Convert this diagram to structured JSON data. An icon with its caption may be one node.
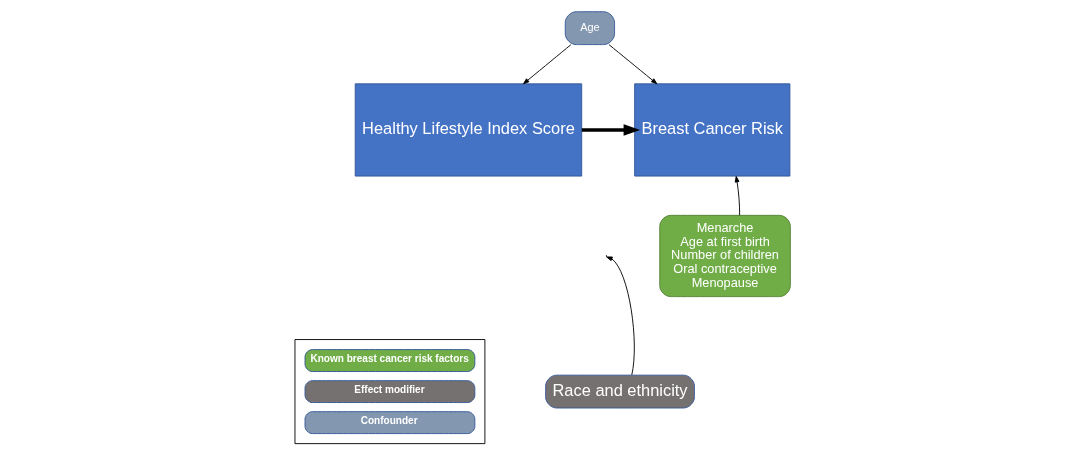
{
  "diagram": {
    "nodes": [
      {
        "text": [
          "Age"
        ]
      },
      {
        "text": [
          "Healthy Lifestyle Index Score"
        ]
      },
      {
        "text": [
          "Breast Cancer Risk"
        ]
      },
      {
        "text": [
          "Race and ethnicity"
        ]
      },
      {
        "text": [
          "Menarche",
          "Age at first birth",
          "Number of children",
          "Oral contraceptive",
          "Menopause"
        ]
      }
    ],
    "edges": [
      {
        "from": 0,
        "to": 1,
        "arrow": "to"
      },
      {
        "from": 0,
        "to": 2,
        "arrow": "to"
      },
      {
        "from": 1,
        "to": 2,
        "arrow": "to",
        "style": "thick"
      },
      {
        "from": 3,
        "to": null,
        "arrow": "to"
      },
      {
        "from": 4,
        "to": 2,
        "arrow": "to"
      }
    ],
    "legend": [
      {
        "text": "Known breast cancer risk factors",
        "color": "#70ad47"
      },
      {
        "text": "Effect modifier",
        "color": "#767171"
      },
      {
        "text": "Confounder",
        "color": "#8497b0"
      }
    ]
  }
}
